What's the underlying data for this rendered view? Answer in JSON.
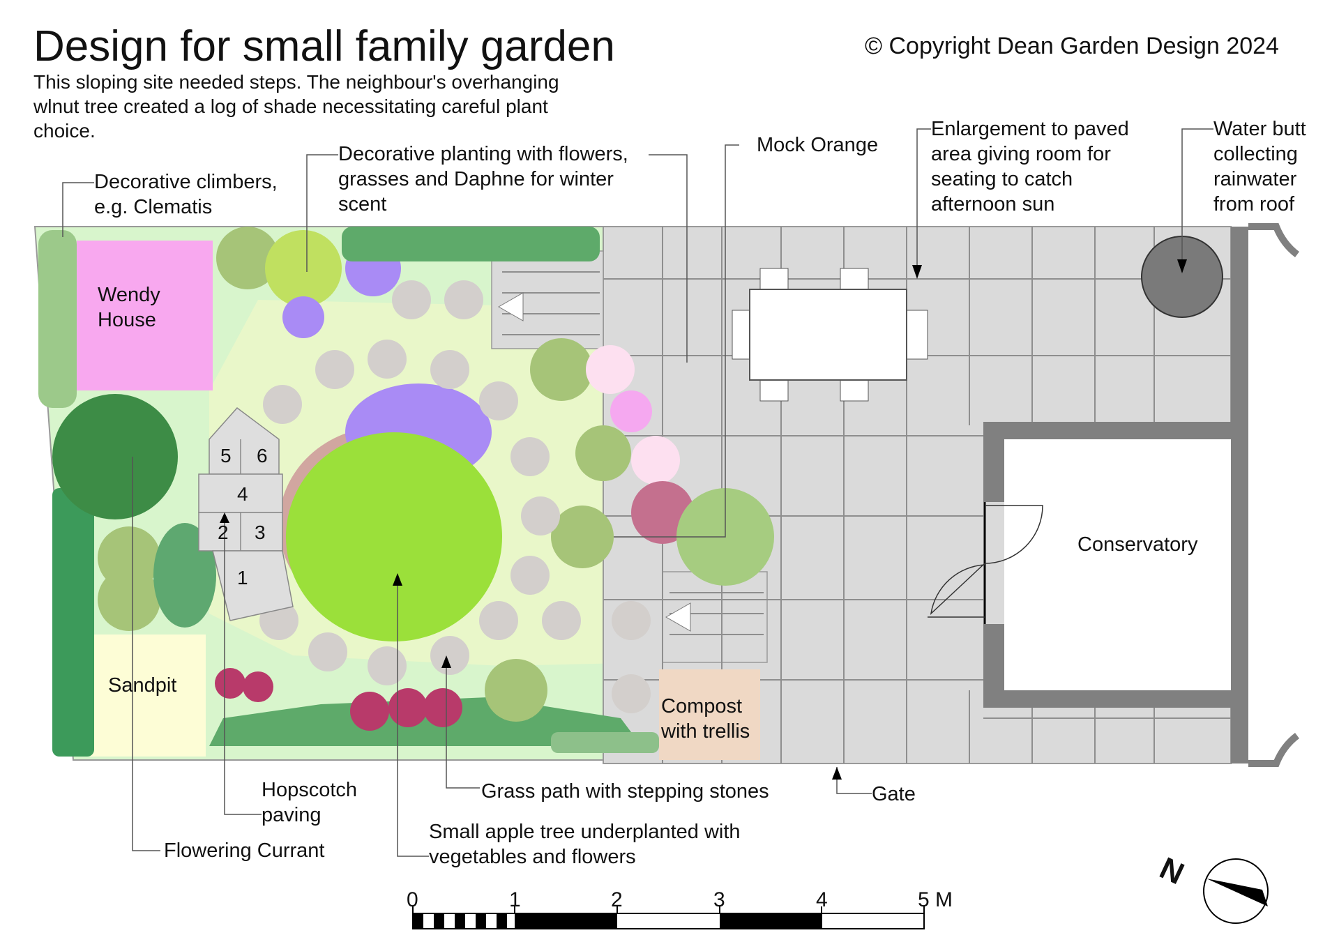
{
  "title": "Design for small family garden",
  "subtitle": "This sloping site needed steps. The neighbour's overhanging\nwlnut tree created a log of shade necessitating careful plant\nchoice.",
  "copyright": "© Copyright  Dean Garden Design 2024",
  "labels": {
    "climbers": "Decorative climbers,\ne.g. Clematis",
    "decorative_planting": "Decorative planting with flowers,\ngrasses and Daphne for winter\nscent",
    "mock_orange": "Mock Orange",
    "enlargement": "Enlargement to paved\narea giving room for\nseating  to catch\nafternoon sun",
    "water_butt": "Water butt\ncollecting\nrainwater\nfrom roof",
    "wendy_house": "Wendy\nHouse",
    "sandpit": "Sandpit",
    "compost": "Compost\nwith trellis",
    "conservatory": "Conservatory",
    "hopscotch": "Hopscotch\npaving",
    "flowering_currant": "Flowering Currant",
    "grass_path": "Grass path with stepping stones",
    "gate": "Gate",
    "apple_tree": "Small apple tree underplanted with\nvegetables and flowers"
  },
  "hopscotch_numbers": [
    "5",
    "6",
    "4",
    "2",
    "3",
    "1"
  ],
  "scale_bar": {
    "ticks": [
      "0",
      "1",
      "2",
      "3",
      "4",
      "5 M"
    ]
  },
  "compass": {
    "label": "N"
  },
  "colors": {
    "lawn": "#d8f5cc",
    "grass_path": "#e9f7c9",
    "paving": "#dadada",
    "wendy_house": "#f8a8ef",
    "sandpit": "#fdfdd6",
    "compost": "#f0d8c4",
    "wall": "#808080",
    "water_butt": "#7a7a7a",
    "apple_tree": "#9be03a",
    "stepping_stone": "#d3cfcc"
  }
}
